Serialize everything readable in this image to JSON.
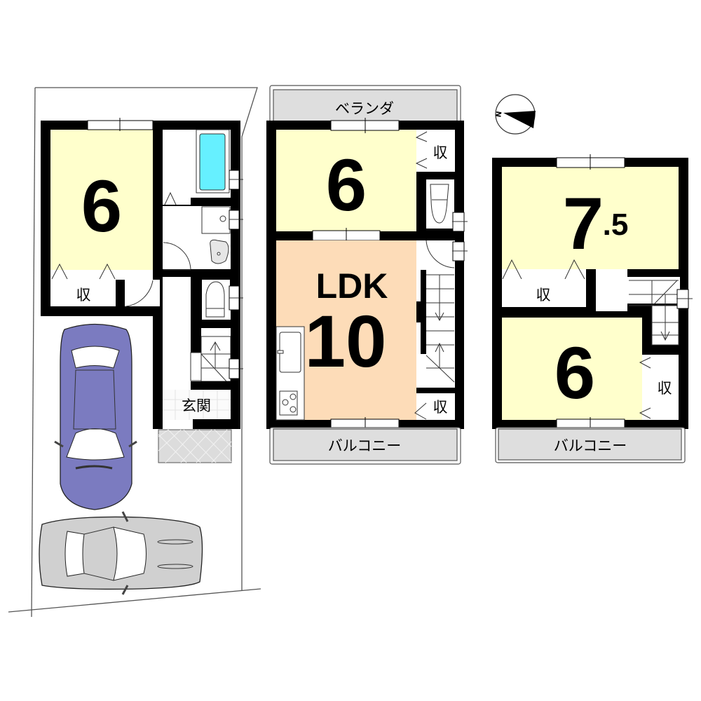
{
  "floor1": {
    "bedroom": {
      "size": "6"
    },
    "storage": {
      "label": "収"
    },
    "entrance": {
      "label": "玄関"
    },
    "parking": {
      "cars": [
        {
          "color": "#7b7bc0",
          "orientation": "vertical"
        },
        {
          "color": "#d0d0d0",
          "orientation": "horizontal"
        }
      ]
    }
  },
  "floor2": {
    "veranda": {
      "label": "ベランダ"
    },
    "bedroom": {
      "size": "6"
    },
    "storage_top": {
      "label": "収"
    },
    "ldk": {
      "label": "LDK",
      "size": "10"
    },
    "storage_bottom": {
      "label": "収"
    },
    "balcony": {
      "label": "バルコニー"
    }
  },
  "floor3": {
    "bedroom_top": {
      "size_int": "7",
      "size_dec": ".5"
    },
    "storage_left": {
      "label": "収"
    },
    "bedroom_bottom": {
      "size": "6"
    },
    "storage_right": {
      "label": "収"
    },
    "balcony": {
      "label": "バルコニー"
    }
  },
  "compass": {
    "label": "N"
  },
  "colors": {
    "bedroom": "#ffffcc",
    "ldk": "#fddcb8",
    "bathtub": "#66f0ff",
    "balcony": "#dedede",
    "car_blue": "#7b7bc0",
    "car_gray": "#d0d0d0"
  }
}
